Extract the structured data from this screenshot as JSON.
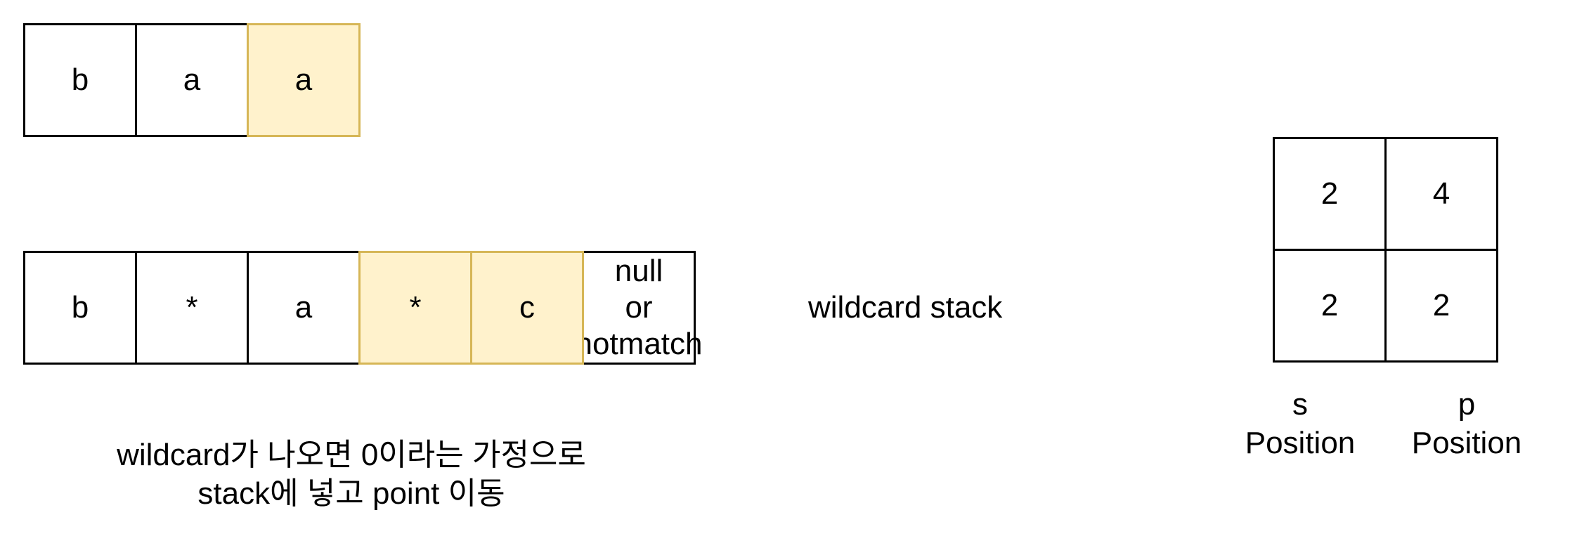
{
  "string_cells": [
    {
      "text": "b",
      "highlight": false
    },
    {
      "text": "a",
      "highlight": false
    },
    {
      "text": "a",
      "highlight": true
    }
  ],
  "pattern_cells": [
    {
      "text": "b",
      "highlight": false
    },
    {
      "text": "*",
      "highlight": false
    },
    {
      "text": "a",
      "highlight": false
    },
    {
      "text": "*",
      "highlight": true
    },
    {
      "text": "c",
      "highlight": true
    },
    {
      "text": "null\nor\nnotmatch",
      "highlight": false
    }
  ],
  "stack_label": "wildcard stack",
  "stack_grid": [
    [
      "2",
      "4"
    ],
    [
      "2",
      "2"
    ]
  ],
  "s_position_label": "s\nPosition",
  "p_position_label": "p\nPosition",
  "note": "wildcard가 나오면 0이라는 가정으로\nstack에 넣고 point 이동",
  "colors": {
    "highlight_fill": "#fff2cc",
    "highlight_stroke": "#d6b656",
    "stroke": "#000000"
  }
}
